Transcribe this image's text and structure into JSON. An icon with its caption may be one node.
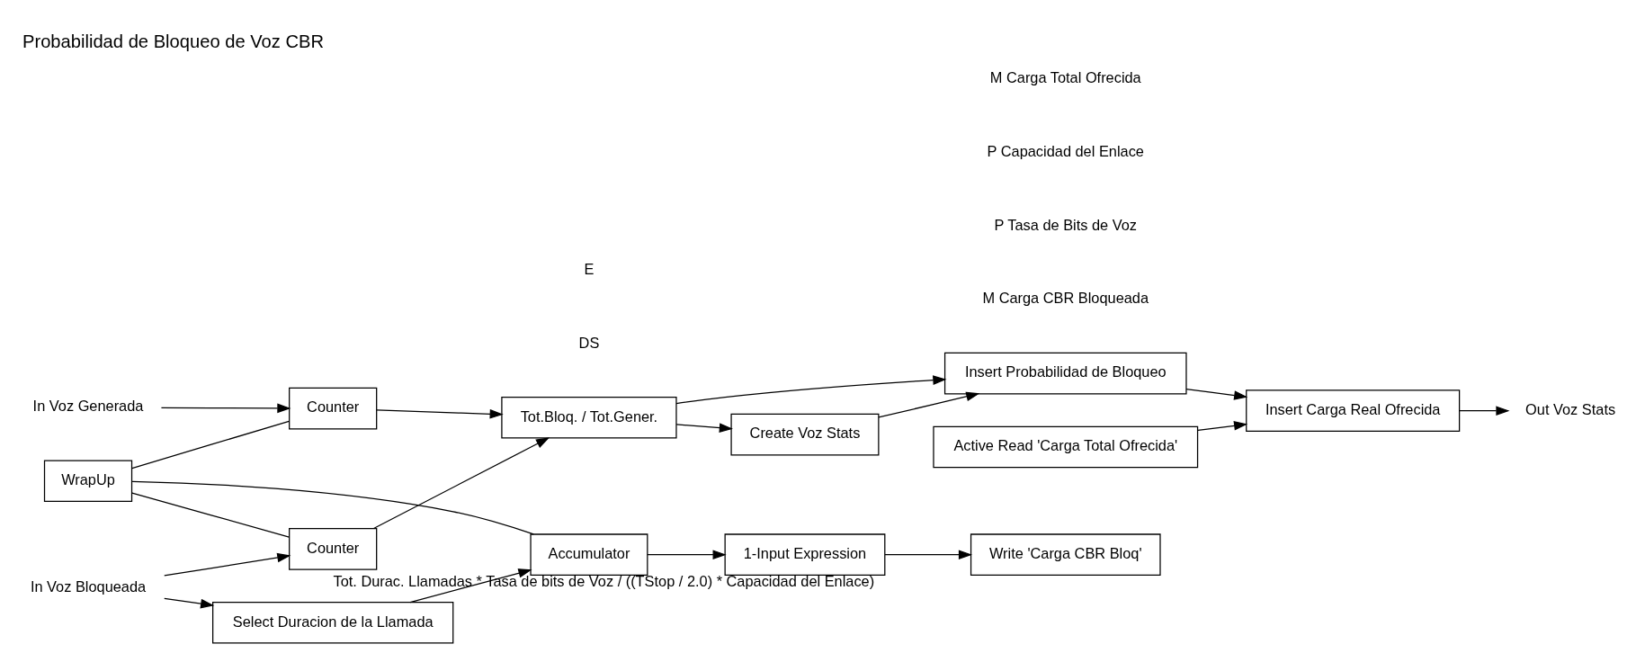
{
  "diagram": {
    "title": "Probabilidad de Bloqueo de Voz CBR",
    "nodes": [
      {
        "text": [
          "In Voz Generada"
        ]
      },
      {
        "text": [
          "Counter"
        ]
      },
      {
        "text": [
          "WrapUp"
        ]
      },
      {
        "text": [
          "In Voz Bloqueada"
        ]
      },
      {
        "text": [
          "Counter"
        ]
      },
      {
        "text": [
          "Tot.Bloq. / Tot.Gener."
        ]
      },
      {
        "text": [
          "Active Read 'Carga Total Ofrecida'"
        ]
      },
      {
        "text": [
          "Create Voz Stats"
        ]
      },
      {
        "text": [
          "Insert Probabilidad de Bloqueo"
        ]
      },
      {
        "text": [
          "Insert Carga Real Ofrecida"
        ]
      },
      {
        "text": [
          "Out Voz Stats"
        ]
      },
      {
        "text": [
          "Select Duracion de la Llamada"
        ]
      },
      {
        "text": [
          "Accumulator"
        ]
      },
      {
        "text": [
          "1-Input Expression"
        ],
        "beside": [
          "Tot. Durac. Llamadas * Tasa de bits de Voz / ((TStop / 2.0) * Capacidad del Enlace)"
        ]
      },
      {
        "text": [
          "Write 'Carga CBR Bloq'"
        ]
      }
    ],
    "edges": [
      {
        "from": 0,
        "to": 1,
        "arrow": "to"
      },
      {
        "from": 3,
        "to": 4,
        "arrow": "to"
      },
      {
        "from": 3,
        "to": 11,
        "arrow": "to"
      },
      {
        "from": 2,
        "to": 1,
        "arrow": "none"
      },
      {
        "from": 2,
        "to": 4,
        "arrow": "none"
      },
      {
        "from": 2,
        "to": 12,
        "arrow": "none"
      },
      {
        "from": 1,
        "to": 5,
        "arrow": "to"
      },
      {
        "from": 4,
        "to": 5,
        "arrow": "to"
      },
      {
        "from": 5,
        "to": 8,
        "arrow": "to"
      },
      {
        "from": 5,
        "to": 7,
        "arrow": "to"
      },
      {
        "from": 7,
        "to": 8,
        "arrow": "to"
      },
      {
        "from": 6,
        "to": 9,
        "arrow": "to"
      },
      {
        "from": 8,
        "to": 9,
        "arrow": "to"
      },
      {
        "from": 9,
        "to": 10,
        "arrow": "to"
      },
      {
        "from": 11,
        "to": 12,
        "arrow": "to"
      },
      {
        "from": 12,
        "to": 13,
        "arrow": "to"
      },
      {
        "from": 13,
        "to": 14,
        "arrow": "to"
      }
    ],
    "labels": [
      "M Carga CBR Bloqueada",
      "P Tasa de Bits de Voz",
      "P Capacidad del Enlace",
      "M Carga Total Ofrecida",
      "DS",
      "E"
    ]
  }
}
